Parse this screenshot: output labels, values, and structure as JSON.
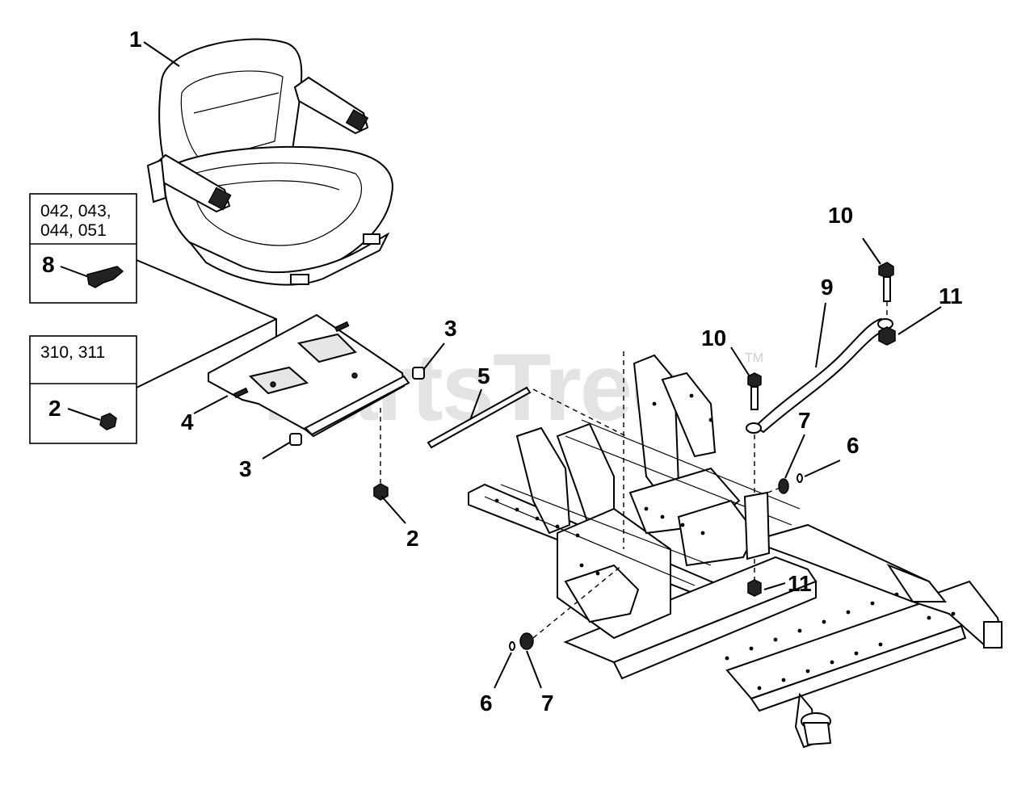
{
  "watermark": {
    "text": "PartsTree",
    "tm": "TM"
  },
  "model_boxes": [
    {
      "id": "box-a",
      "models_line1": "042, 043,",
      "models_line2": "044, 051",
      "part": "8"
    },
    {
      "id": "box-b",
      "models_line1": "310, 311",
      "models_line2": "",
      "part": "2"
    }
  ],
  "callouts": {
    "c1": "1",
    "c2": "2",
    "c3a": "3",
    "c3b": "3",
    "c4": "4",
    "c5": "5",
    "c6a": "6",
    "c6b": "6",
    "c7a": "7",
    "c7b": "7",
    "c9": "9",
    "c10a": "10",
    "c10b": "10",
    "c11a": "11",
    "c11b": "11"
  }
}
